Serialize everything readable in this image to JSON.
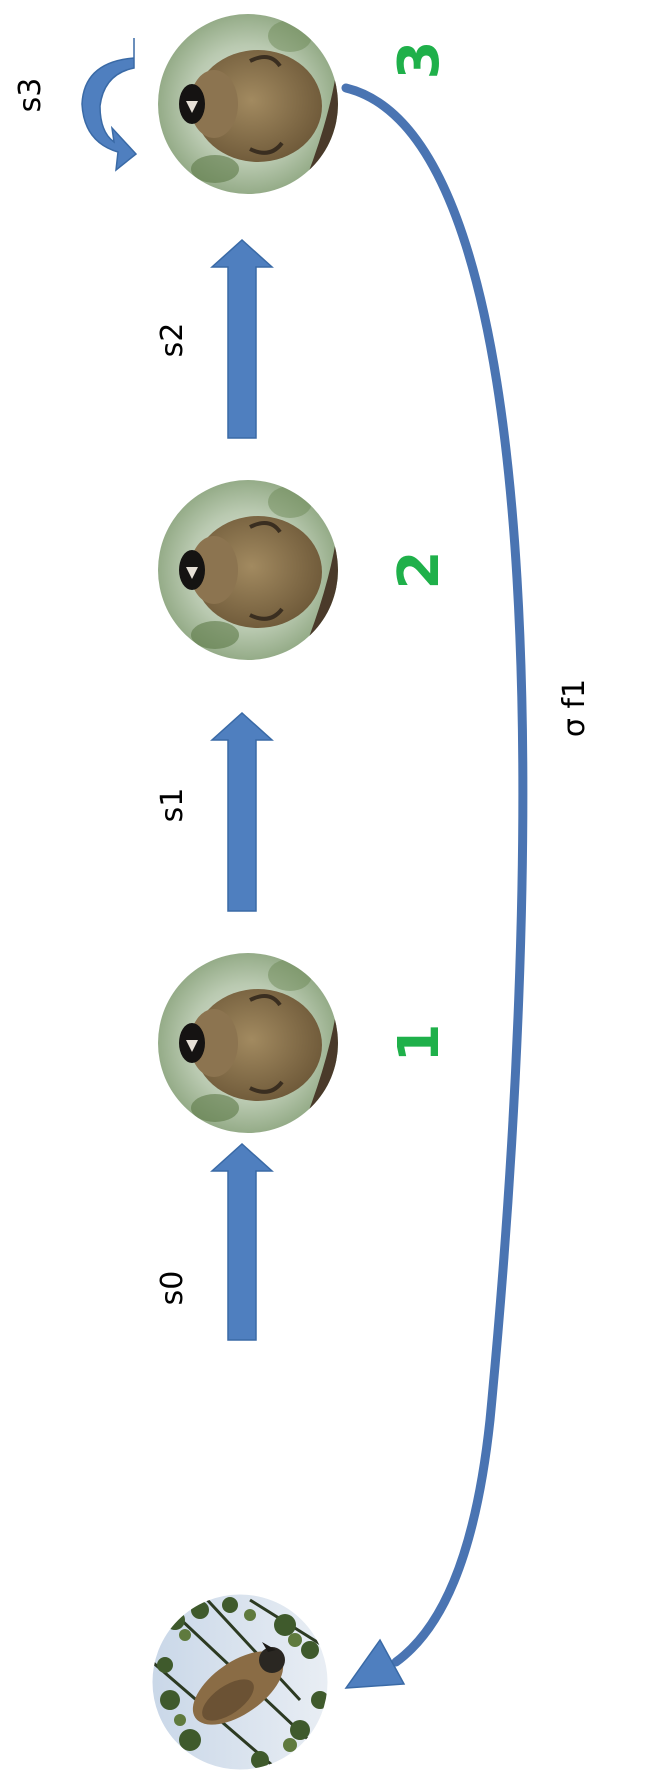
{
  "colors": {
    "arrow": "#4f7fbf",
    "arrow_stroke": "#3a6aa6",
    "number": "#1fb04a",
    "text": "#000000"
  },
  "nodes": [
    {
      "id": "start",
      "image": "bird-photo-in-tree"
    },
    {
      "id": "node-1",
      "image": "bird-photo-closeup",
      "number": "1"
    },
    {
      "id": "node-2",
      "image": "bird-photo-closeup",
      "number": "2"
    },
    {
      "id": "node-3",
      "image": "bird-photo-closeup",
      "number": "3"
    }
  ],
  "edges": {
    "s0": "s0",
    "s1": "s1",
    "s2": "s2",
    "s3": "s3",
    "back": "σ f1"
  }
}
